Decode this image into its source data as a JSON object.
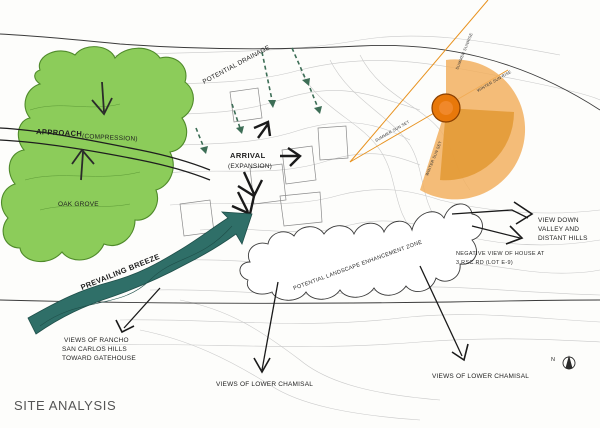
{
  "title": "SITE ANALYSIS",
  "north_label": "N",
  "labels": {
    "approach": "APPROACH",
    "compression": "(COMPRESSION)",
    "oak_grove": "OAK GROVE",
    "potential_drainage": "POTENTIAL DRAINAGE",
    "arrival": "ARRIVAL",
    "expansion": "(EXPANSION)",
    "prevailing_breeze": "PREVAILING BREEZE",
    "landscape_zone": "POTENTIAL LANDSCAPE ENHANCEMENT ZONE",
    "view_down_valley_1": "VIEW DOWN",
    "view_down_valley_2": "VALLEY AND",
    "view_down_valley_3": "DISTANT HILLS",
    "negative_view_1": "NEGATIVE VIEW OF HOUSE AT",
    "negative_view_2": "3 RSC RD (LOT E-9)",
    "views_rancho_1": "VIEWS OF RANCHO",
    "views_rancho_2": "SAN CARLOS  HILLS",
    "views_rancho_3": "TOWARD GATEHOUSE",
    "views_lower_chamisal_left": "VIEWS OF LOWER CHAMISAL",
    "views_lower_chamisal_right": "VIEWS OF LOWER CHAMISAL",
    "summer_sunrise": "SUMMER SUNRISE",
    "winter_sun_rise": "WINTER SUN RISE",
    "summer_sun_set": "SUMMER SUN SET",
    "winter_sun_set": "WINTER SUN SET"
  },
  "colors": {
    "grove_fill": "#8ccc5a",
    "grove_stroke": "#4f8a2a",
    "breeze_fill": "#2f6f68",
    "sun_core": "#e8780a",
    "sun_arc": "#f2b060",
    "sun_arc_dark": "#e39a36",
    "ink": "#222222"
  }
}
